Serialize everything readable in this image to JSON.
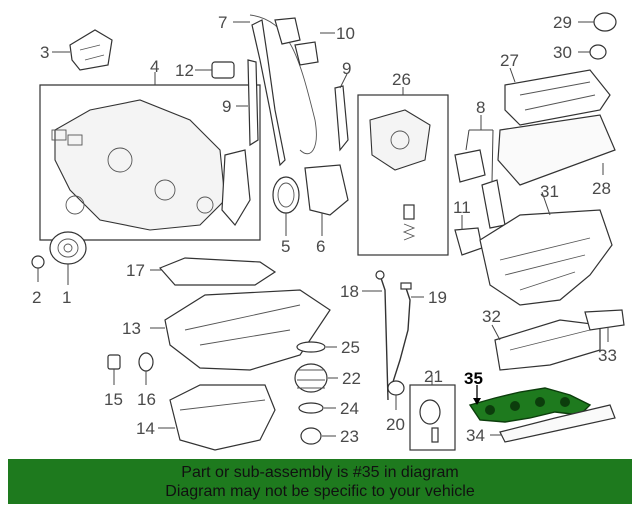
{
  "diagram": {
    "callouts": [
      "1",
      "2",
      "3",
      "4",
      "5",
      "6",
      "7",
      "8",
      "9",
      "9",
      "10",
      "11",
      "12",
      "13",
      "14",
      "15",
      "16",
      "17",
      "18",
      "19",
      "20",
      "21",
      "22",
      "23",
      "24",
      "25",
      "26",
      "27",
      "28",
      "29",
      "30",
      "31",
      "32",
      "33",
      "34",
      "35"
    ],
    "highlighted_part": "35",
    "colors": {
      "highlight": "#1e7a1e",
      "line": "#333333",
      "text": "#4a4a4a"
    }
  },
  "banner": {
    "line1": "Part or sub-assembly is #35 in diagram",
    "line2": "Diagram may not be specific to your vehicle"
  }
}
